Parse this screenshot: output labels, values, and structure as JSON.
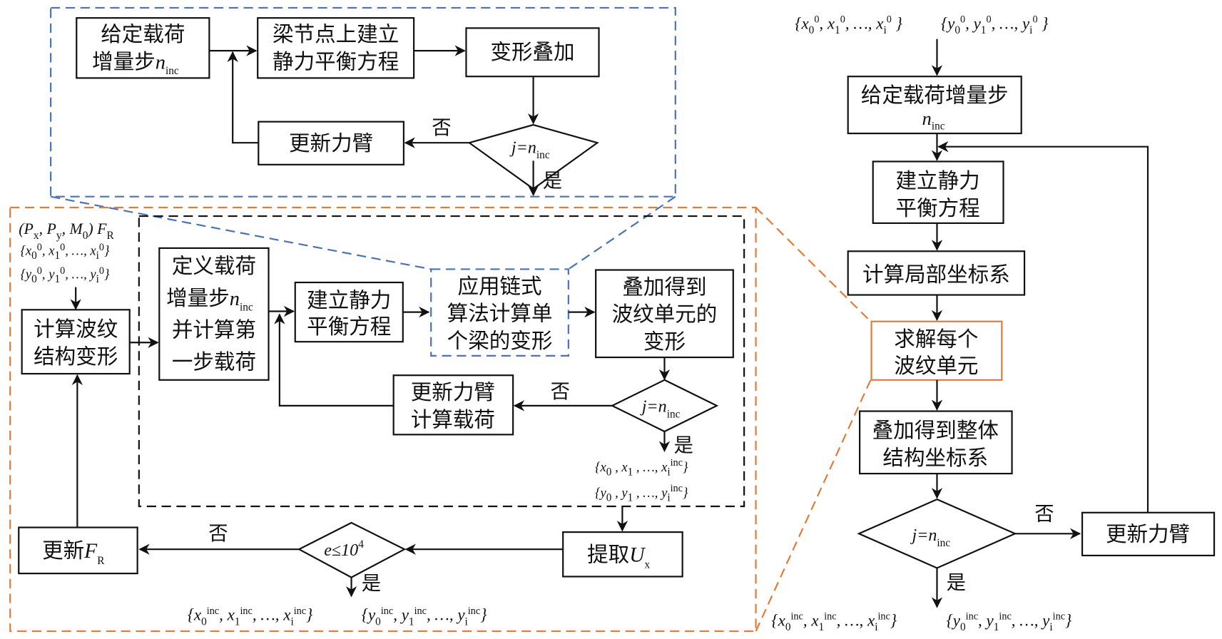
{
  "title": "Corrugated structure deformation calculation flowchart",
  "colors": {
    "line": "#111111",
    "zoom_blue": "#4a72b8",
    "zoom_orange": "#e07b39",
    "background": "#ffffff"
  },
  "labels": {
    "yes": "是",
    "no": "否"
  },
  "math": {
    "n": "n",
    "inc": "inc",
    "j_eq": "j=",
    "e_cond": "e≤10",
    "exp4": "4",
    "F": "F",
    "R": "R",
    "U": "U",
    "x_sub": "x",
    "load_params": "(Px, Py, M0)  FR",
    "init_x": "{x0⁰, x1⁰, …, xi⁰}",
    "init_y": "{y0⁰, y1⁰, …, yi⁰}",
    "mid_x": "{x0 , x1 , …, xi^inc}",
    "mid_y": "{y0 , y1 , …, yi^inc}",
    "final_x": "{x0^inc, x1^inc, …, xi^inc}",
    "final_y": "{y0^inc, y1^inc, …, yi^inc}"
  },
  "detail_panel": {
    "box_load_step_line1": "给定载荷",
    "box_load_step_line2": "增量步",
    "box_node_eq_line1": "梁节点上建立",
    "box_node_eq_line2": "静力平衡方程",
    "box_superpose": "变形叠加",
    "box_update_arm": "更新力臂",
    "decision": "j=n_inc"
  },
  "middle_panel": {
    "box_calc_line1": "计算波纹",
    "box_calc_line2": "结构变形",
    "box_define_line1": "定义载荷",
    "box_define_line2": "增量步",
    "box_define_line3": "并计算第",
    "box_define_line4": "一步载荷",
    "box_static_line1": "建立静力",
    "box_static_line2": "平衡方程",
    "box_chain_line1": "应用链式",
    "box_chain_line2": "算法计算单",
    "box_chain_line3": "个梁的变形",
    "box_superpose_line1": "叠加得到",
    "box_superpose_line2": "波纹单元的",
    "box_superpose_line3": "变形",
    "box_update_line1": "更新力臂",
    "box_update_line2": "计算载荷",
    "box_extract": "提取",
    "box_update_fr": "更新",
    "decision_inner": "j=n_inc",
    "decision_outer": "e≤10^4"
  },
  "right_panel": {
    "box_load_step": "给定载荷增量步",
    "box_static_line1": "建立静力",
    "box_static_line2": "平衡方程",
    "box_local": "计算局部坐标系",
    "box_solve_line1": "求解每个",
    "box_solve_line2": "波纹单元",
    "box_global_line1": "叠加得到整体",
    "box_global_line2": "结构坐标系",
    "box_update_arm": "更新力臂",
    "decision": "j=n_inc"
  }
}
